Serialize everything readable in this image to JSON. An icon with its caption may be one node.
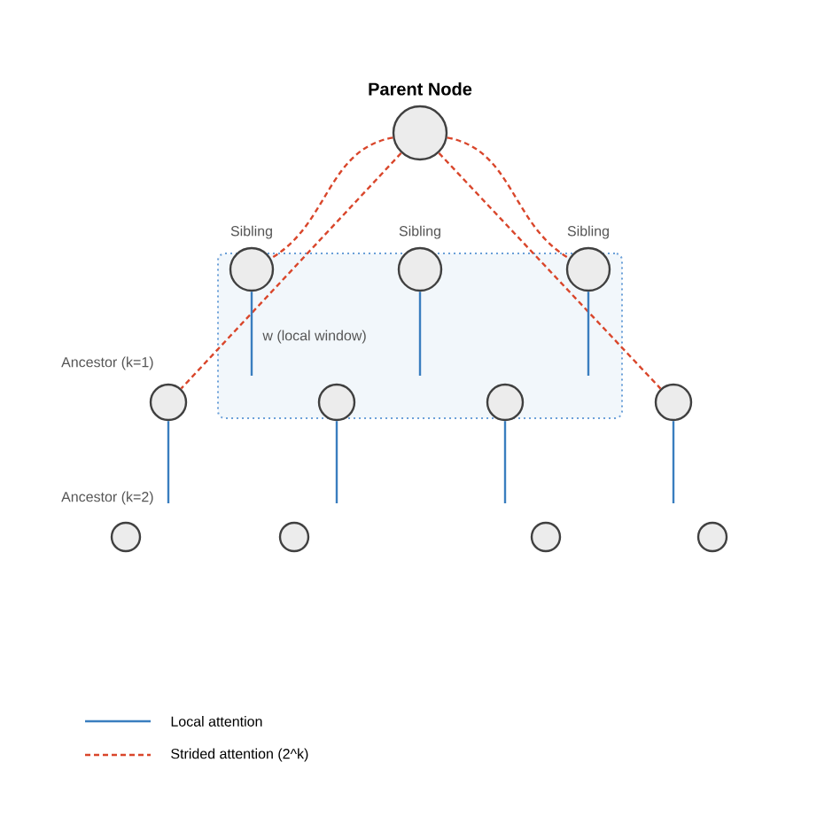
{
  "diagram": {
    "nodes": [
      {
        "text": [
          "Parent Node"
        ]
      },
      {
        "text": [
          "w (local window)"
        ]
      },
      {
        "text": [
          "Sibling"
        ]
      },
      {
        "text": [
          "Sibling"
        ]
      },
      {
        "text": [
          "Sibling"
        ]
      },
      {
        "text": [],
        "shape": "circle"
      },
      {
        "text": [],
        "shape": "circle",
        "in": 1
      },
      {
        "text": [],
        "shape": "circle",
        "in": 1
      },
      {
        "text": [],
        "shape": "circle"
      },
      {
        "text": [],
        "shape": "circle"
      },
      {
        "text": [],
        "shape": "circle"
      },
      {
        "text": [],
        "shape": "circle"
      },
      {
        "text": [],
        "shape": "circle"
      }
    ],
    "edges": [
      {
        "from": 0,
        "to": 2,
        "arrow": "none",
        "style": "dashed",
        "color": "#d9462b"
      },
      {
        "from": 0,
        "to": 4,
        "arrow": "none",
        "style": "dashed",
        "color": "#d9462b"
      },
      {
        "from": 0,
        "to": 5,
        "arrow": "none",
        "style": "dashed",
        "color": "#d9462b"
      },
      {
        "from": 0,
        "to": 8,
        "arrow": "none",
        "style": "dashed",
        "color": "#d9462b"
      },
      {
        "from": 2,
        "to": null,
        "arrow": "none"
      },
      {
        "from": 3,
        "to": null,
        "arrow": "none"
      },
      {
        "from": 4,
        "to": null,
        "arrow": "none"
      },
      {
        "from": 5,
        "to": null,
        "arrow": "none"
      },
      {
        "from": 6,
        "to": null,
        "arrow": "none"
      },
      {
        "from": 7,
        "to": null,
        "arrow": "none"
      },
      {
        "from": 8,
        "to": null,
        "arrow": "none"
      }
    ],
    "labels": [
      "Ancestor (k=1)",
      "Ancestor (k=2)"
    ],
    "legend": [
      {
        "text": "Local attention"
      },
      {
        "text": "Strided attention (2^k)"
      }
    ]
  }
}
